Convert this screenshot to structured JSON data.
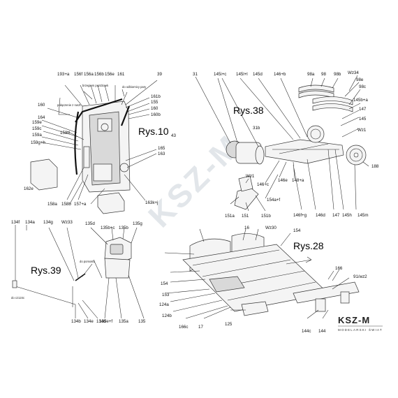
{
  "watermark": "KSZ-M",
  "brand": {
    "name": "KSZ-M",
    "tagline": "MODELARSKI ŚWIAT"
  },
  "figures": {
    "rys10": {
      "title": "Rys.10",
      "labels": {
        "l193a": "193+a",
        "l156f": "156f",
        "l156a": "156a",
        "l156b": "156b",
        "l156e": "156e",
        "l161": "161",
        "l39": "39",
        "l160": "160",
        "l164": "164",
        "l159e": "159e",
        "l159c": "159c",
        "l159a": "159a",
        "l159gh": "159g+h",
        "l159d": "159d",
        "l161b": "161b",
        "l155": "155",
        "l160r": "160",
        "l160b": "160b",
        "l43": "43",
        "l165": "165",
        "l163": "163",
        "l162e": "162e",
        "l158a": "158a",
        "l158b": "158b",
        "l157a": "157+a",
        "l163kj": "163k+j"
      },
      "notes": {
        "pomost": "połączenie z ruszt.",
        "bregiem": "brzegiem pazdziaek",
        "odbiornicy": "do odbiornicy pary"
      }
    },
    "rys38": {
      "title": "Rys.38",
      "labels": {
        "l31": "31",
        "l145ic": "145i+c",
        "l145lj": "145l+l",
        "l145d": "145d",
        "l146b": "146+b",
        "l98a": "98a",
        "l98": "98",
        "l98b": "98b",
        "lWz34": "Wz34",
        "l98e": "98e",
        "l98c": "98c",
        "l145ba": "145b+a",
        "l147": "147",
        "l145": "145",
        "lWz1": "Wz1",
        "l31b": "31b",
        "l188": "188",
        "lWz1b": "Wz1",
        "l146c": "146+c",
        "l146e": "146e",
        "l148a": "148+a",
        "l154af": "154a+f",
        "l151a": "151a",
        "l151": "151",
        "l151b": "151b",
        "l146fg": "146f+g",
        "l146d": "146d",
        "l147b": "147",
        "l145h": "145h",
        "l145m": "145m"
      }
    },
    "rys39": {
      "title": "Rys.39",
      "labels": {
        "l134f": "134f",
        "l134a": "134a",
        "l134g": "134g",
        "lWz33": "Wz33",
        "l135d": "135d",
        "l135bc": "135b+c",
        "l135b": "135b",
        "l135g": "135g",
        "l134b": "134b",
        "l134e": "134e",
        "l134d": "134d",
        "l135ef": "135e+f",
        "l135a": "135a",
        "l135": "135"
      },
      "notes": {
        "cz124c": "do cz124c",
        "pomostu": "do pomostu"
      }
    },
    "rys28": {
      "title": "Rys.28",
      "labels": {
        "l16": "16",
        "lWz30": "Wz30",
        "l154": "154",
        "l166": "166",
        "l91wz2": "91/wz2",
        "l154b": "154",
        "l153": "153",
        "l124a": "124a",
        "l124b": "124b",
        "l166c": "166c",
        "l17": "17",
        "l125": "125",
        "l144c": "144c",
        "l144": "144"
      }
    }
  }
}
